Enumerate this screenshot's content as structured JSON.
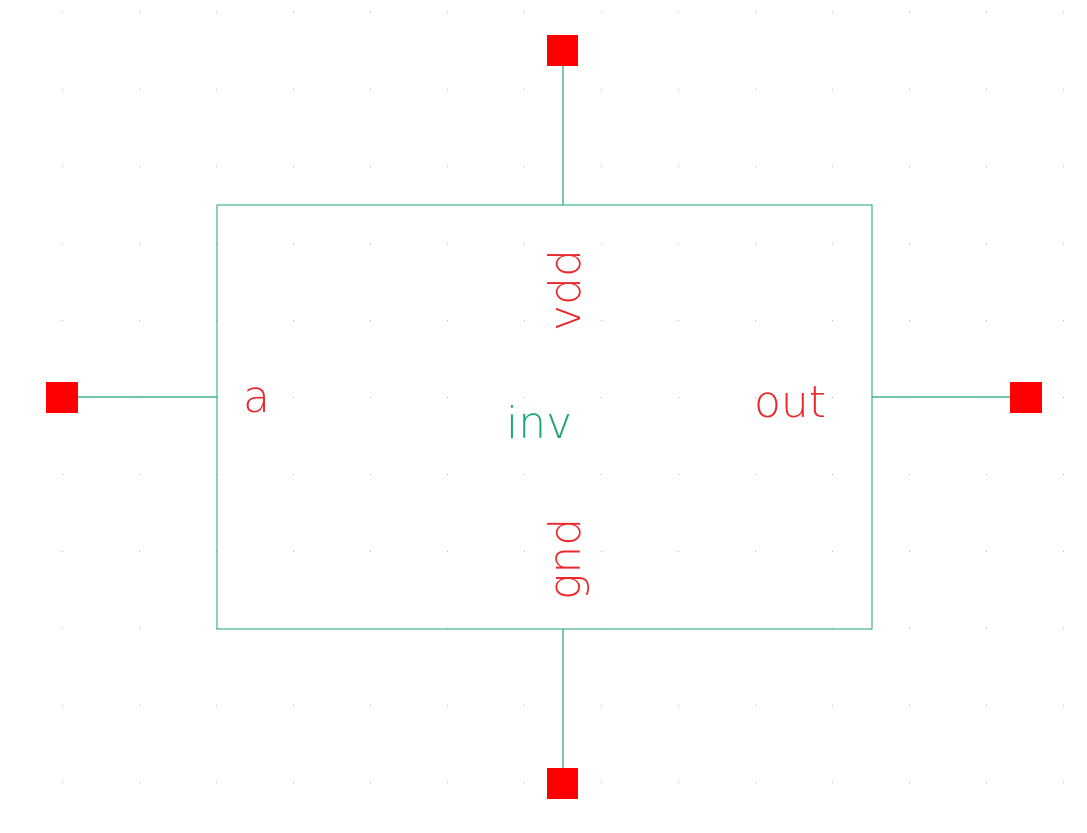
{
  "symbol": {
    "cell_name": "inv",
    "cell_name_color": "#1aa67a",
    "outline_color": "#1aa67a",
    "wire_color": "#1aa67a",
    "pin_color": "#ff0000",
    "label_color": "#e8282a",
    "grid_dot_color": "#b4b4b4"
  },
  "pins": {
    "a": "a",
    "out": "out",
    "vdd": "vdd",
    "gnd": "gnd"
  }
}
